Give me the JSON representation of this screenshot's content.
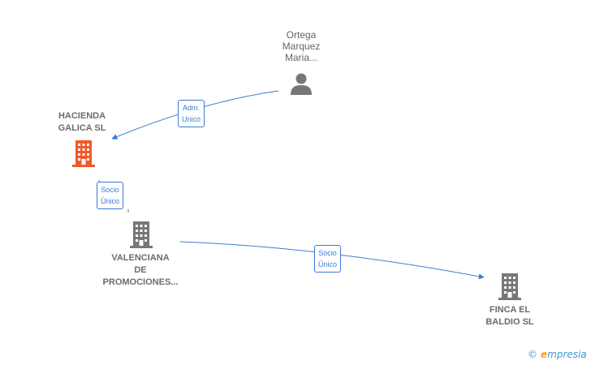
{
  "nodes": {
    "person": {
      "lines": [
        "Ortega",
        "Marquez",
        "Maria..."
      ]
    },
    "hacienda": {
      "lines": [
        "HACIENDA",
        "GALICA  SL"
      ],
      "color": "#f05a28"
    },
    "valenciana": {
      "lines": [
        "VALENCIANA",
        "DE",
        "PROMOCIONES..."
      ]
    },
    "finca": {
      "lines": [
        "FINCA EL",
        "BALDIO  SL"
      ]
    }
  },
  "edges": {
    "person_to_hacienda": {
      "lines": [
        "Adm.",
        "Unico"
      ]
    },
    "hacienda_to_valenciana": {
      "lines": [
        "Socio",
        "Único"
      ]
    },
    "valenciana_to_finca": {
      "lines": [
        "Socio",
        "Único"
      ]
    }
  },
  "colors": {
    "edge": "#3a7bd5",
    "icon_gray": "#777777",
    "icon_highlight": "#f05a28"
  },
  "brand": {
    "copyright": "©",
    "e": "e",
    "rest": "mpresia"
  }
}
